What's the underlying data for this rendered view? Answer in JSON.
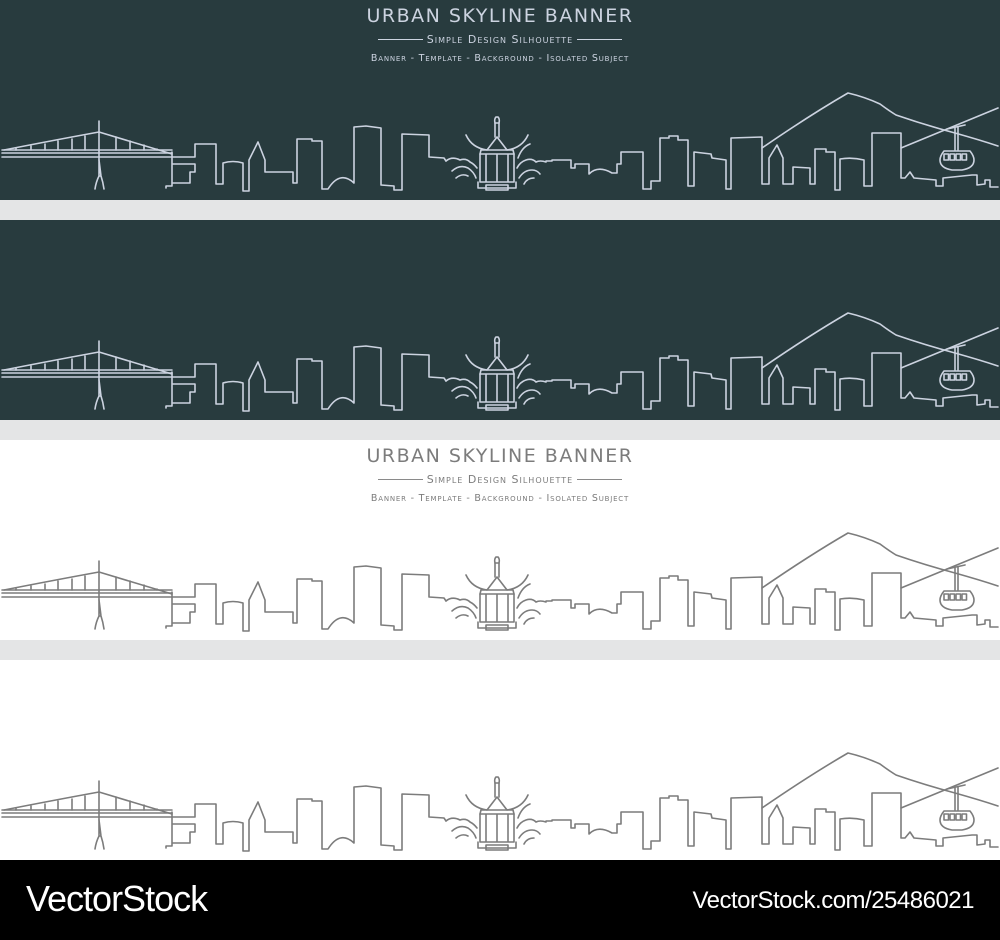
{
  "banners": [
    {
      "theme": "dark",
      "background": "#283b3e",
      "line_color": "#ccd3e0",
      "title": "URBAN SKYLINE BANNER",
      "subtitle": "Simple Design Silhouette",
      "tagline": "Banner - Template - Background - Isolated Subject",
      "has_text": true
    },
    {
      "theme": "dark",
      "background": "#283b3e",
      "line_color": "#ccd3e0",
      "has_text": false
    },
    {
      "theme": "light",
      "background": "#ffffff",
      "line_color": "#7c7c7c",
      "title": "URBAN SKYLINE BANNER",
      "subtitle": "Simple Design Silhouette",
      "tagline": "Banner - Template - Background - Isolated Subject",
      "has_text": true
    },
    {
      "theme": "light",
      "background": "#ffffff",
      "line_color": "#7c7c7c",
      "has_text": false
    }
  ],
  "separator_color": "#e4e5e6",
  "skyline_landmarks": [
    "cable-stayed bridge",
    "downtown towers",
    "chinese pagoda",
    "mountain",
    "aerial tram"
  ],
  "footer": {
    "brand": "VectorStock",
    "url": "VectorStock.com/25486021",
    "background": "#000000"
  }
}
